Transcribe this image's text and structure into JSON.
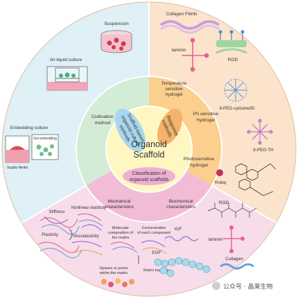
{
  "center": {
    "title_line1": "Organoid",
    "title_line2": "Scaffold",
    "bubble_left": [
      "Scaffold-based",
      "organoid culture",
      "methods"
    ],
    "bubble_right": [
      "Response",
      "methods"
    ],
    "bubble_bottom": [
      "Classification of",
      "organoid scaffolds"
    ]
  },
  "middle_ring": {
    "cultivation": [
      "Cultivation",
      "method"
    ],
    "temperature": [
      "Temperature",
      "sensitive",
      "hydrogel"
    ],
    "ph": [
      "Ph sensitive",
      "hydrogel"
    ],
    "photo": [
      "Photosensitive",
      "hydrogel"
    ],
    "mechanical": [
      "Mechanical",
      "characteristics"
    ],
    "biochemical": [
      "Biochemical",
      "characteristics"
    ]
  },
  "outer_left": {
    "suspension": "Suspension",
    "air_liquid": "Air-liquid culture",
    "embedding": "Embedding  culture",
    "gel_embedding": "Gel embedding",
    "supply_media": "Supply Media"
  },
  "outer_right": {
    "collagen_fibrils": "Collagen Fibrils",
    "laminin": "laminin",
    "rgd": "RGD",
    "peg_cytosine": "8-PEG-cytosine50",
    "peg_th": "8-PEG-TH",
    "rnbiq": "Rnbiq"
  },
  "outer_bottom": {
    "stiffness": "Stiffness",
    "nonlinear": "Nonlinear elasticity",
    "plasticity": "Plasticity",
    "viscoelasticity": "Viscoelasticity",
    "molecular": [
      "Molecular",
      "composition of",
      "the matrix"
    ],
    "concentration": [
      "Concentration",
      "of each component"
    ],
    "spaces": [
      "Spaces or pores",
      "within the matrix"
    ],
    "topology": "Matrix topology",
    "rgd": "RGD",
    "laminin": "laminin",
    "igf": "IGF",
    "egf": "EGF",
    "collagen": "Collagen"
  },
  "watermark": "公众号 · 晶莱生物",
  "colors": {
    "left_bg": "#dff0f6",
    "right_bg": "#fbe3cc",
    "bottom_bg": "#f7dcea",
    "mid_left": "#d3ecd6",
    "mid_right": "#fbcf8e",
    "mid_bottom": "#f2bcd6",
    "inner": "#fff7c2",
    "bubble_blue": "#a8d7ef",
    "bubble_orange": "#f4b26a",
    "bubble_pink": "#eeb0d2"
  }
}
